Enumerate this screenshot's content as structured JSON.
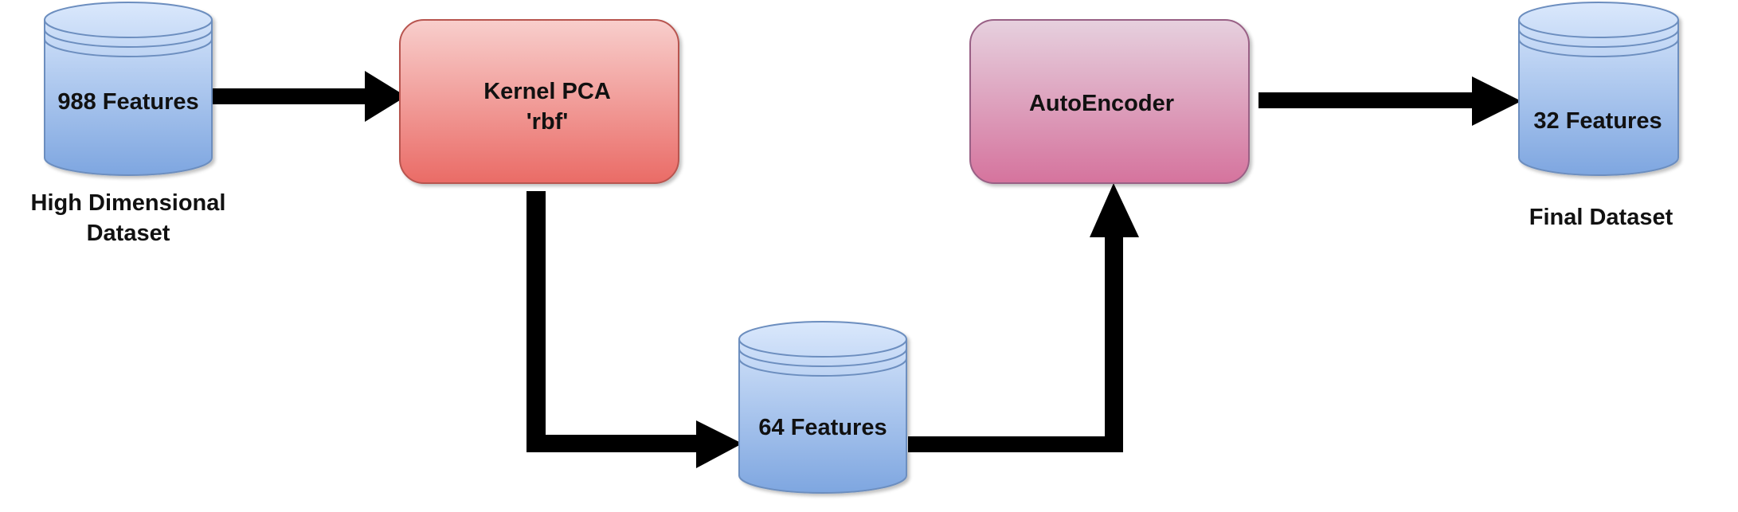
{
  "nodes": {
    "input_db": {
      "label": "988 Features",
      "caption_lines": [
        "High Dimensional",
        "Dataset"
      ]
    },
    "kernel_pca": {
      "label_lines": [
        "Kernel PCA",
        "'rbf'"
      ]
    },
    "mid_db": {
      "label": "64 Features"
    },
    "autoencoder": {
      "label": "AutoEncoder"
    },
    "output_db": {
      "label": "32 Features",
      "caption_lines": [
        "Final Dataset"
      ]
    }
  },
  "colors": {
    "db_top": "#dae8fc",
    "db_bottom": "#7ea6e0",
    "db_stroke": "#6c8ebf",
    "kpca_top": "#f8cecc",
    "kpca_bottom": "#ea6b66",
    "kpca_stroke": "#b85450",
    "ae_top": "#e6d0de",
    "ae_bottom": "#d5739d",
    "ae_stroke": "#996185",
    "arrow": "#000000"
  }
}
